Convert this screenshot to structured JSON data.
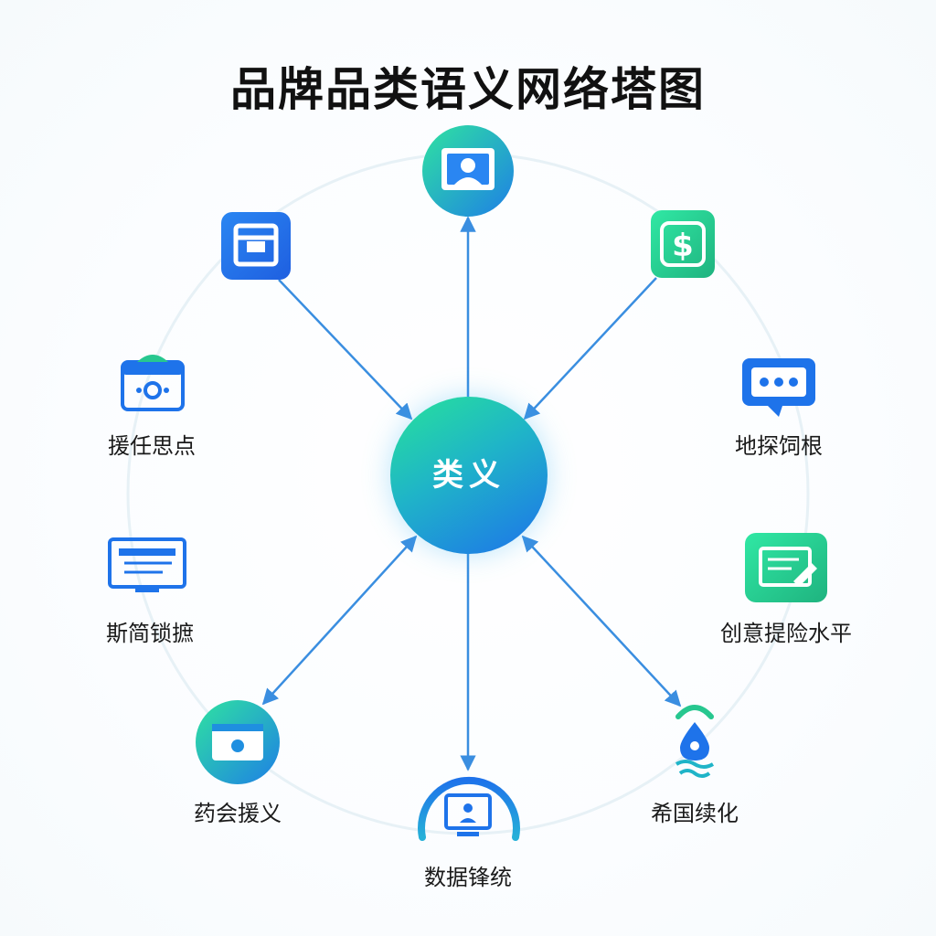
{
  "title": "品牌品类语义网络塔图",
  "center": {
    "label": "类义"
  },
  "nodes": [
    {
      "id": "top",
      "label": "",
      "icon": "user-profile-icon"
    },
    {
      "id": "top-left",
      "label": "",
      "icon": "package-icon"
    },
    {
      "id": "top-right",
      "label": "",
      "icon": "dollar-icon"
    },
    {
      "id": "left-1",
      "label": "援任思点",
      "icon": "calendar-icon"
    },
    {
      "id": "right-1",
      "label": "地探饲根",
      "icon": "chat-bubble-icon"
    },
    {
      "id": "left-2",
      "label": "斯简锁摭",
      "icon": "monitor-icon"
    },
    {
      "id": "right-2",
      "label": "创意提险水平",
      "icon": "document-edit-icon"
    },
    {
      "id": "bottom-left",
      "label": "药会援义",
      "icon": "calendar-video-icon"
    },
    {
      "id": "bottom",
      "label": "数据锋统",
      "icon": "display-user-icon"
    },
    {
      "id": "bottom-right",
      "label": "希国续化",
      "icon": "water-drop-icon"
    }
  ],
  "colors": {
    "blue": "#1e73ea",
    "cyan": "#1fb4c8",
    "green": "#27e39a",
    "line": "#3a8ee0"
  }
}
